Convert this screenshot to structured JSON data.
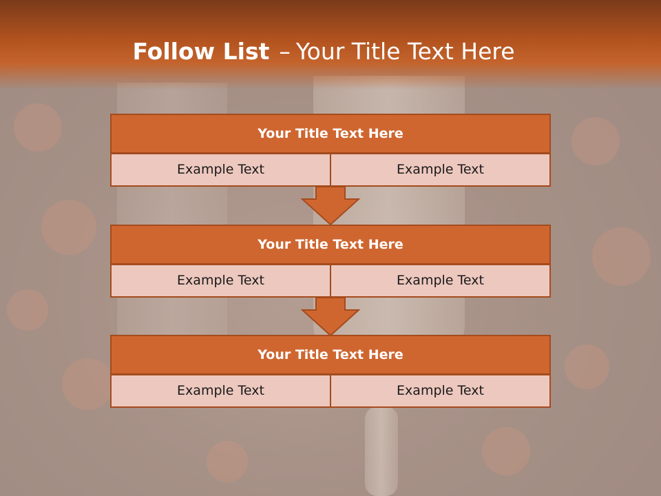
{
  "slide": {
    "title_bold": "Follow List",
    "title_dash": "–",
    "title_rest": "Your Title Text Here"
  },
  "colors": {
    "header": "#c4632c",
    "block_title": "#cf6630",
    "block_cell": "#edc8be",
    "border": "#a44b1d"
  },
  "blocks": [
    {
      "title": "Your Title Text Here",
      "left": "Example Text",
      "right": "Example Text"
    },
    {
      "title": "Your Title Text Here",
      "left": "Example Text",
      "right": "Example Text"
    },
    {
      "title": "Your Title Text Here",
      "left": "Example Text",
      "right": "Example Text"
    }
  ],
  "connectors": [
    "down-arrow-icon",
    "down-arrow-icon"
  ]
}
